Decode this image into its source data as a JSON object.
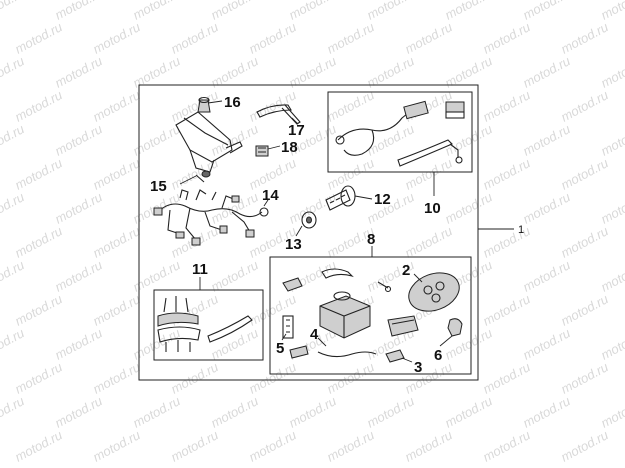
{
  "watermark": {
    "text": "motod.ru"
  },
  "callouts": {
    "c1": "1",
    "c2": "2",
    "c3": "3",
    "c4": "4",
    "c5": "5",
    "c6": "6",
    "c8": "8",
    "c10": "10",
    "c11": "11",
    "c12": "12",
    "c13": "13",
    "c14": "14",
    "c15": "15",
    "c16": "16",
    "c17": "17",
    "c18": "18"
  },
  "colors": {
    "line": "#222222",
    "watermark": "#d9d9d9",
    "part_fill": "#cfcfcf"
  }
}
